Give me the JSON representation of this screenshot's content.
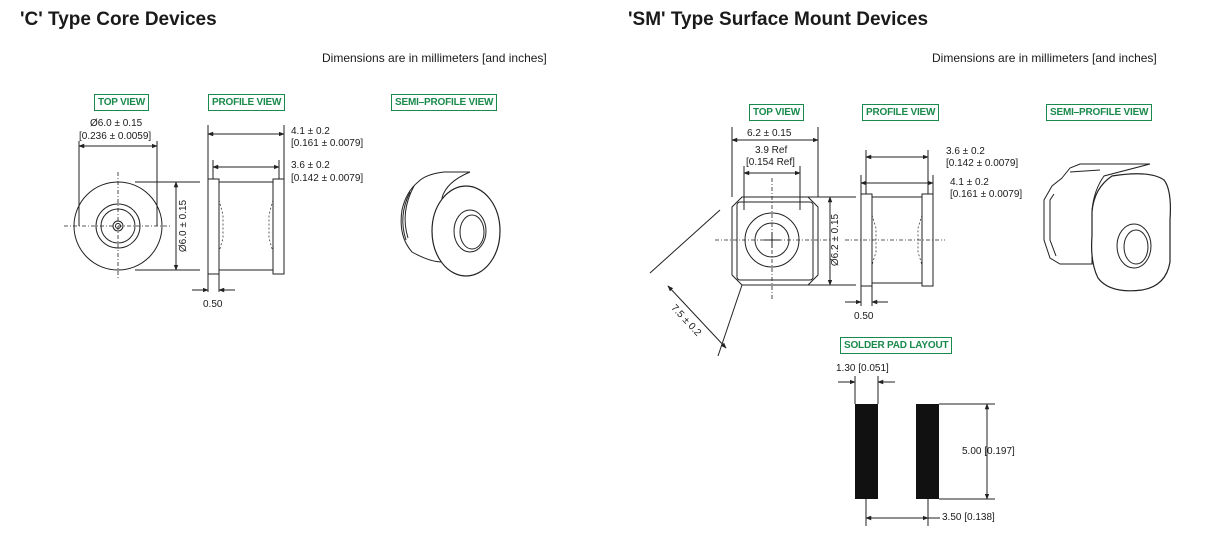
{
  "c_section": {
    "title": "'C' Type Core Devices",
    "note": "Dimensions are in millimeters [and inches]",
    "top_view": "TOP VIEW",
    "profile_view": "PROFILE VIEW",
    "semi_profile_view": "SEMI–PROFILE VIEW",
    "dia_mm": "Ø6.0 ± 0.15",
    "dia_in": "[0.236 ± 0.0059]",
    "len1_mm": "4.1 ± 0.2",
    "len1_in": "[0.161 ± 0.0079]",
    "len2_mm": "3.6 ± 0.2",
    "len2_in": "[0.142 ± 0.0079]",
    "vert_dia": "Ø6.0 ± 0.15",
    "flange": "0.50"
  },
  "sm_section": {
    "title": "'SM' Type Surface Mount Devices",
    "note": "Dimensions are in millimeters [and inches]",
    "top_view": "TOP VIEW",
    "profile_view": "PROFILE VIEW",
    "semi_profile_view": "SEMI–PROFILE VIEW",
    "width_mm": "6.2 ± 0.15",
    "ref_mm": "3.9 Ref",
    "ref_in": "[0.154 Ref]",
    "len2_mm": "3.6 ± 0.2",
    "len2_in": "[0.142 ± 0.0079]",
    "len1_mm": "4.1 ± 0.2",
    "len1_in": "[0.161 ± 0.0079]",
    "vert_dia": "Ø6.2 ± 0.15",
    "diag": "7.5 ± 0.2",
    "flange": "0.50",
    "solder_pad_layout": "SOLDER PAD LAYOUT",
    "pad_width": "1.30 [0.051]",
    "pad_height": "5.00 [0.197]",
    "pad_spacing": "3.50 [0.138]"
  },
  "colors": {
    "badge": "#1a8a4c",
    "ink": "#1a1a1a"
  }
}
